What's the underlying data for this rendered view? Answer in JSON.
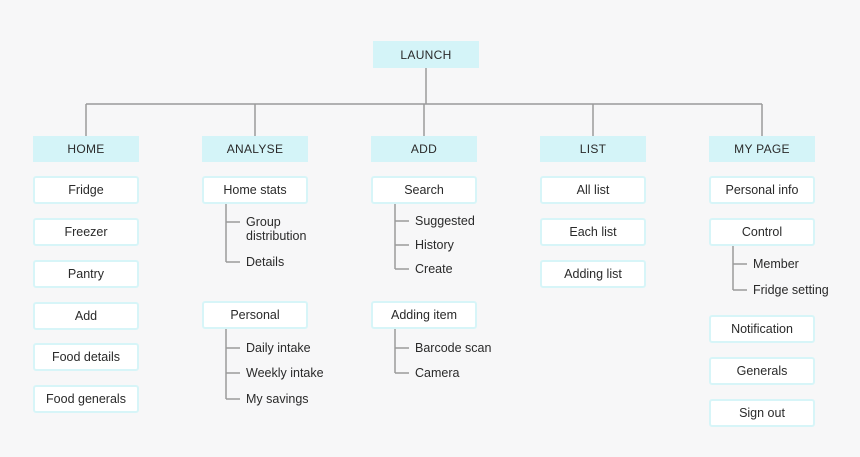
{
  "launch": "LAUNCH",
  "columns": [
    {
      "label": "HOME",
      "items": [
        {
          "label": "Fridge",
          "children": []
        },
        {
          "label": "Freezer",
          "children": []
        },
        {
          "label": "Pantry",
          "children": []
        },
        {
          "label": "Add",
          "children": []
        },
        {
          "label": "Food details",
          "children": []
        },
        {
          "label": "Food generals",
          "children": []
        }
      ]
    },
    {
      "label": "ANALYSE",
      "items": [
        {
          "label": "Home stats",
          "children": [
            "Group\ndistribution",
            "Details"
          ]
        },
        {
          "label": "Personal",
          "children": [
            "Daily intake",
            "Weekly intake",
            "My savings"
          ]
        }
      ]
    },
    {
      "label": "ADD",
      "items": [
        {
          "label": "Search",
          "children": [
            "Suggested",
            "History",
            "Create"
          ]
        },
        {
          "label": "Adding item",
          "children": [
            "Barcode scan",
            "Camera"
          ]
        }
      ]
    },
    {
      "label": "LIST",
      "items": [
        {
          "label": "All list",
          "children": []
        },
        {
          "label": "Each list",
          "children": []
        },
        {
          "label": "Adding list",
          "children": []
        }
      ]
    },
    {
      "label": "MY PAGE",
      "items": [
        {
          "label": "Personal info",
          "children": []
        },
        {
          "label": "Control",
          "children": [
            "Member",
            "Fridge setting"
          ]
        },
        {
          "label": "Notification",
          "children": []
        },
        {
          "label": "Generals",
          "children": []
        },
        {
          "label": "Sign out",
          "children": []
        }
      ]
    }
  ],
  "colors": {
    "header_fill": "#d4f4f8",
    "item_border": "#d7f5f8",
    "connector": "#9a9a9a",
    "background": "#f7f7f8"
  }
}
